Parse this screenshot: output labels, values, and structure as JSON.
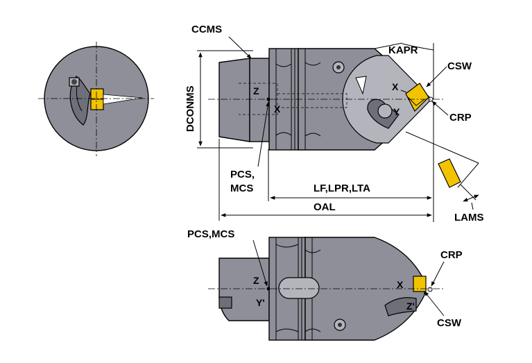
{
  "labels": {
    "ccms": "CCMS",
    "kapr": "KAPR",
    "csw_top": "CSW",
    "crp_top": "CRP",
    "dconms": "DCONMS",
    "x_top_body": "X",
    "z_top_body": "Z",
    "x_top_head": "X",
    "y_top_head": "Y",
    "pcs_mcs_top_line1": "PCS,",
    "pcs_mcs_top_line2": "MCS",
    "lf_lpr_lta": "LF,LPR,LTA",
    "oal": "OAL",
    "lams": "LAMS",
    "pcs_mcs_bottom": "PCS,MCS",
    "crp_bottom": "CRP",
    "csw_bottom": "CSW",
    "z_bottom_body": "Z",
    "y_bottom_body": "Y'",
    "x_bottom_head": "X",
    "z_bottom_head": "Z'"
  },
  "colors": {
    "body": "#8f8f99",
    "body_dark": "#6f6f7a",
    "insert": "#f2c400",
    "lines": "#000000"
  }
}
